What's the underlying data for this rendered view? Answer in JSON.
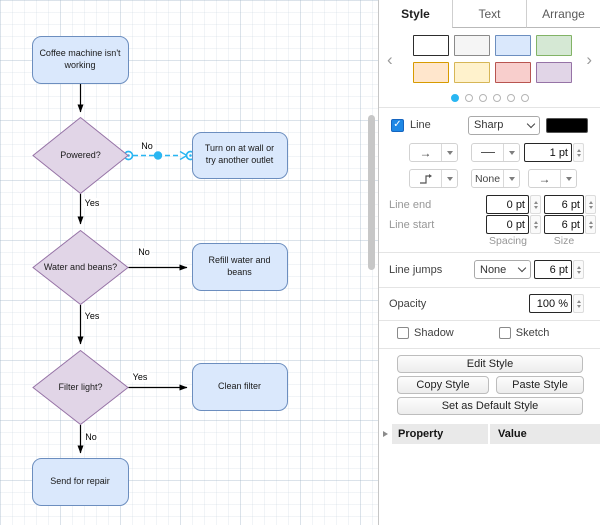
{
  "colors": {
    "accent": "#29b6f2",
    "edge": "#000000"
  },
  "canvas": {
    "nodes": [
      {
        "id": "start",
        "type": "rounded",
        "label": "Coffee machine isn't working",
        "fill": "#dae8fc",
        "stroke": "#6c8ebf"
      },
      {
        "id": "powered",
        "type": "diamond",
        "label": "Powered?",
        "fill": "#e1d5e7",
        "stroke": "#9673a6"
      },
      {
        "id": "turn-on",
        "type": "rounded",
        "label": "Turn on at wall or try another outlet",
        "fill": "#dae8fc",
        "stroke": "#6c8ebf"
      },
      {
        "id": "water-beans",
        "type": "diamond",
        "label": "Water and beans?",
        "fill": "#e1d5e7",
        "stroke": "#9673a6"
      },
      {
        "id": "refill",
        "type": "rounded",
        "label": "Refill water and beans",
        "fill": "#dae8fc",
        "stroke": "#6c8ebf"
      },
      {
        "id": "filter-light",
        "type": "diamond",
        "label": "Filter light?",
        "fill": "#e1d5e7",
        "stroke": "#9673a6"
      },
      {
        "id": "clean-filter",
        "type": "rounded",
        "label": "Clean filter",
        "fill": "#dae8fc",
        "stroke": "#6c8ebf"
      },
      {
        "id": "send-repair",
        "type": "rounded",
        "label": "Send for repair",
        "fill": "#dae8fc",
        "stroke": "#6c8ebf"
      }
    ],
    "edges": [
      {
        "from": "start",
        "to": "powered",
        "label": "",
        "selected": false
      },
      {
        "from": "powered",
        "to": "turn-on",
        "label": "No",
        "selected": true
      },
      {
        "from": "powered",
        "to": "water-beans",
        "label": "Yes",
        "selected": false
      },
      {
        "from": "water-beans",
        "to": "refill",
        "label": "No",
        "selected": false
      },
      {
        "from": "water-beans",
        "to": "filter-light",
        "label": "Yes",
        "selected": false
      },
      {
        "from": "filter-light",
        "to": "clean-filter",
        "label": "Yes",
        "selected": false
      },
      {
        "from": "filter-light",
        "to": "send-repair",
        "label": "No",
        "selected": false
      }
    ]
  },
  "panel": {
    "tabs": [
      {
        "label": "Style",
        "active": true
      },
      {
        "label": "Text",
        "active": false
      },
      {
        "label": "Arrange",
        "active": false
      }
    ],
    "style_presets": {
      "colors": [
        {
          "fill": "#ffffff",
          "stroke": "#2d2d2d"
        },
        {
          "fill": "#f5f5f5",
          "stroke": "#8a8a8a"
        },
        {
          "fill": "#dae8fc",
          "stroke": "#6c8ebf"
        },
        {
          "fill": "#d5e8d4",
          "stroke": "#82b366"
        },
        {
          "fill": "#ffe6cc",
          "stroke": "#d79b00"
        },
        {
          "fill": "#fff2cc",
          "stroke": "#d6b656"
        },
        {
          "fill": "#f8cecc",
          "stroke": "#b85450"
        },
        {
          "fill": "#e1d5e7",
          "stroke": "#9673a6"
        }
      ],
      "dots": [
        {
          "active": true
        },
        {
          "active": false
        },
        {
          "active": false
        },
        {
          "active": false
        },
        {
          "active": false
        },
        {
          "active": false
        }
      ]
    },
    "line": {
      "enabled": true,
      "label": "Line",
      "style": "Sharp",
      "color": "#000000",
      "width": "1 pt",
      "waypoints": "None",
      "line_end_label": "Line end",
      "line_start_label": "Line start",
      "line_end": {
        "spacing": "0 pt",
        "size": "6 pt"
      },
      "line_start": {
        "spacing": "0 pt",
        "size": "6 pt"
      },
      "spacing_label": "Spacing",
      "size_label": "Size"
    },
    "line_jumps": {
      "label": "Line jumps",
      "value": "None",
      "size": "6 pt"
    },
    "opacity": {
      "label": "Opacity",
      "value": "100 %"
    },
    "toggles": [
      {
        "label": "Shadow",
        "checked": false
      },
      {
        "label": "Sketch",
        "checked": false
      }
    ],
    "buttons": {
      "edit": "Edit Style",
      "copy": "Copy Style",
      "paste": "Paste Style",
      "set_default": "Set as Default Style"
    },
    "property_table": {
      "property": "Property",
      "value": "Value"
    }
  }
}
